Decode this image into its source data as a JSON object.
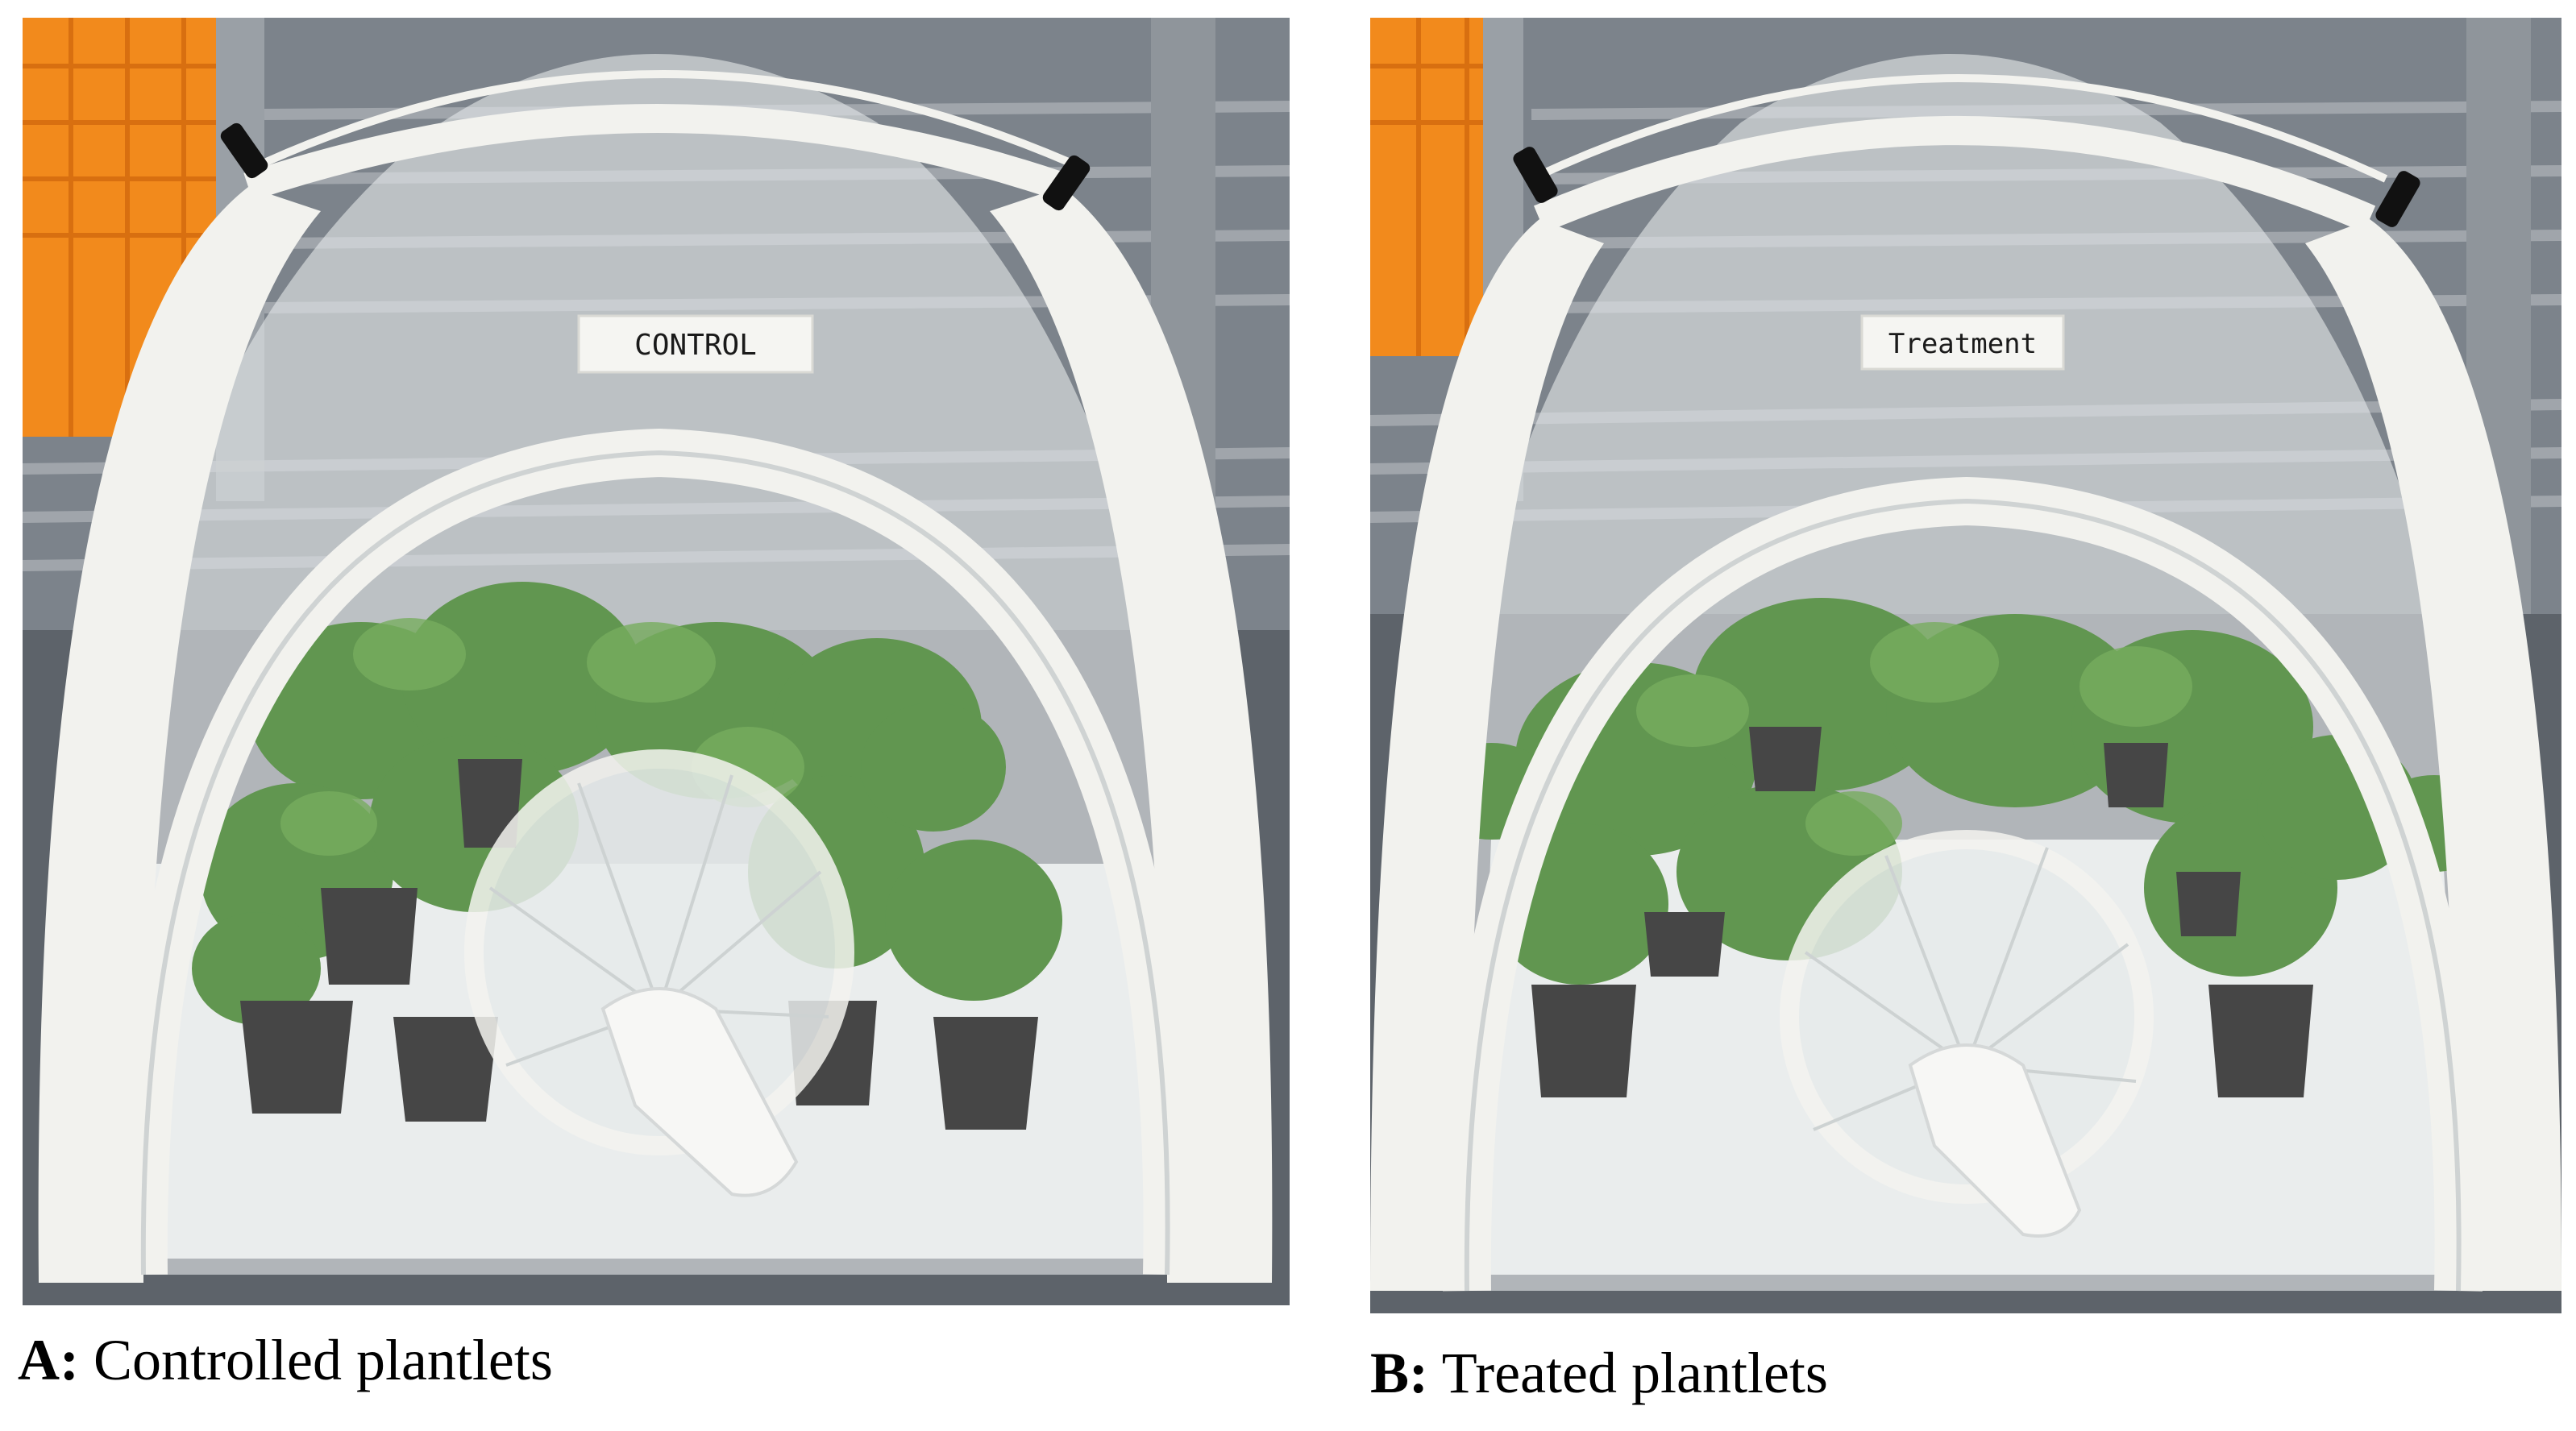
{
  "panels": [
    {
      "id": "A",
      "tag_text": "CONTROL",
      "caption_letter": "A:",
      "caption_text": "Controlled plantlets"
    },
    {
      "id": "B",
      "tag_text": "Treatment",
      "caption_letter": "B:",
      "caption_text": "Treated plantlets"
    }
  ],
  "colors": {
    "orange_crate": "#f28a1c",
    "metal_rail": "#8a9097",
    "tent_frame": "#f2f2ee",
    "leaf": "#3f7f2a",
    "pot": "#1e1e1e",
    "floor": "#e6e9ea"
  }
}
